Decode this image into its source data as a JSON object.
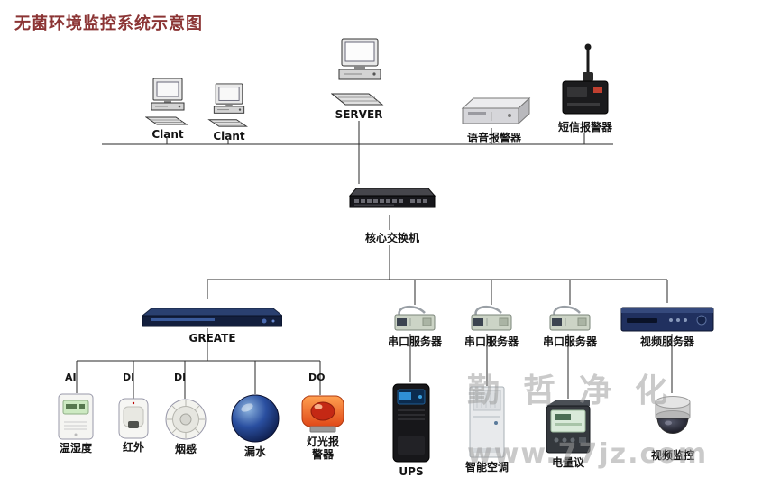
{
  "title": "无菌环境监控系统示意图",
  "watermark": {
    "line1": "勤哲净化",
    "line2": "www.77jz.com"
  },
  "devices": {
    "client1": {
      "label": "Clant"
    },
    "client2": {
      "label": "Clant"
    },
    "server": {
      "label": "SERVER"
    },
    "voice_alarm": {
      "label": "语音报警器"
    },
    "sms_alarm": {
      "label": "短信报警器"
    },
    "core_switch": {
      "label": "核心交换机"
    },
    "greate": {
      "label": "GREATE"
    },
    "serial_server1": {
      "label": "串口服务器"
    },
    "serial_server2": {
      "label": "串口服务器"
    },
    "serial_server3": {
      "label": "串口服务器"
    },
    "video_server": {
      "label": "视频服务器"
    },
    "temp_humidity": {
      "port": "AI",
      "label": "温湿度"
    },
    "infrared": {
      "port": "DI",
      "label": "红外"
    },
    "smoke": {
      "port": "DI",
      "label": "烟感"
    },
    "water_leak": {
      "label": "漏水"
    },
    "light_alarm": {
      "port": "DO",
      "label": "灯光报警器"
    },
    "ups": {
      "label": "UPS"
    },
    "smart_ac": {
      "label": "智能空调"
    },
    "power_meter": {
      "label": "电量议"
    },
    "video_monitor": {
      "label": "视频监控"
    }
  }
}
